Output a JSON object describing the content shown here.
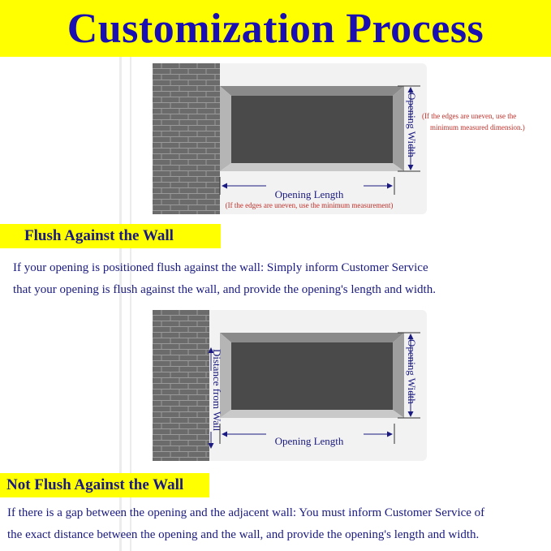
{
  "title": "Customization Process",
  "diagram1": {
    "width_label": "Opening Width",
    "width_note_line1": "(If the edges are uneven, use the",
    "width_note_line2": "minimum measured dimension.)",
    "length_label": "Opening Length",
    "length_note": "(If the edges are uneven, use the minimum measurement)"
  },
  "section1": {
    "heading": "Flush Against the Wall",
    "line1": "If your opening is positioned flush against the wall: Simply inform Customer Service",
    "line2": "that your opening is flush against the wall, and provide the opening's length and width."
  },
  "diagram2": {
    "distance_label": "Distance from Wall",
    "width_label": "Opening Width",
    "length_label": "Opening Length"
  },
  "section2": {
    "heading": "Not Flush Against the Wall",
    "line1": "If there is a gap between the opening and the adjacent wall: You must inform Customer Service of",
    "line2": "the exact distance between the opening and the wall, and provide the opening's length and width."
  },
  "colors": {
    "title_bg": "#ffff00",
    "title_text": "#1a0fb0",
    "text_navy": "#1a1a80",
    "note_red": "#c0302a",
    "brick": "#6b6b6b",
    "opening_dark": "#4a4a4a"
  }
}
